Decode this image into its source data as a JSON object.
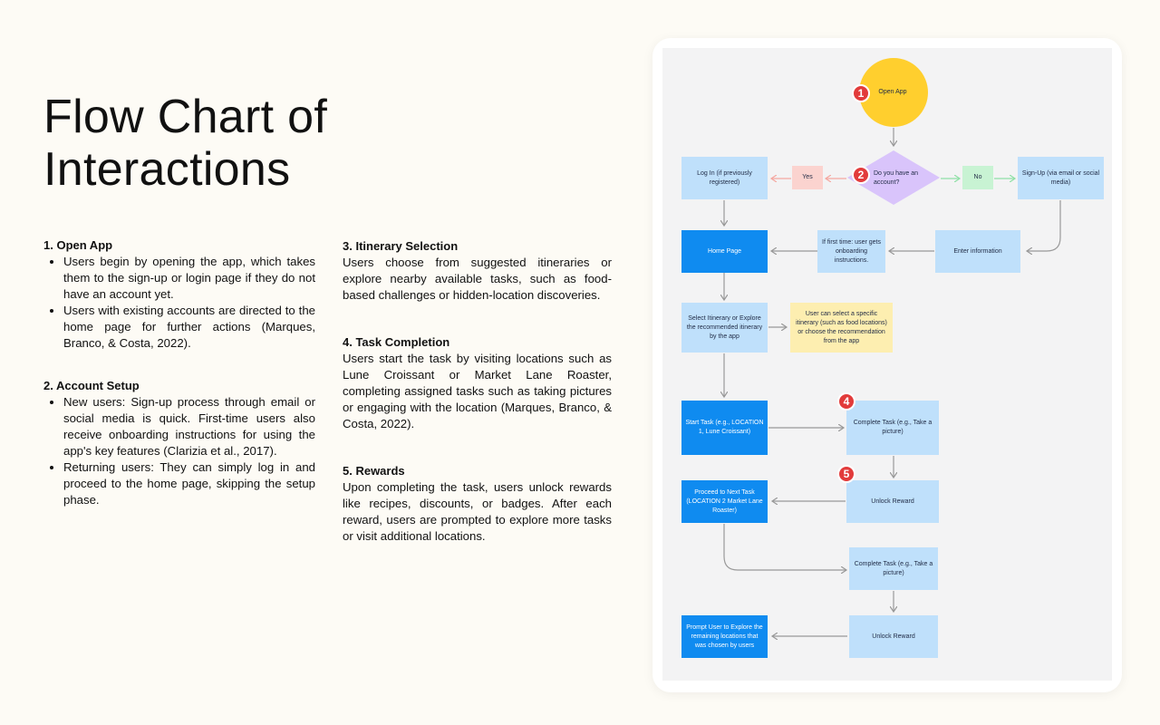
{
  "title_line1": "Flow Chart of",
  "title_line2": "Interactions",
  "sections": {
    "open_app": {
      "heading": "1. Open App",
      "bullets": [
        "Users begin by opening the app, which takes them to the sign-up or login page if they do not have an account yet.",
        "Users with existing accounts are directed to the home page for further actions (Marques, Branco, & Costa, 2022)."
      ]
    },
    "account_setup": {
      "heading": "2. Account Setup",
      "bullets": [
        "New users: Sign-up process through email or social media is quick. First-time users also receive onboarding instructions for using the app's key features (Clarizia et al., 2017).",
        "Returning users: They can simply log in and proceed to the home page, skipping the setup phase."
      ]
    },
    "itinerary": {
      "heading": "3. Itinerary Selection",
      "body": "Users choose from suggested itineraries or explore nearby available tasks, such as food-based challenges or hidden-location discoveries."
    },
    "task": {
      "heading": "4. Task Completion",
      "body": "Users start the task by visiting locations such as Lune Croissant or Market Lane Roaster, completing assigned tasks such as taking pictures or engaging with the location (Marques, Branco, & Costa, 2022)."
    },
    "rewards": {
      "heading": "5. Rewards",
      "body": "Upon completing the task, users unlock rewards like recipes, discounts, or badges. After each reward, users are prompted to explore more tasks or visit additional locations."
    }
  },
  "flow": {
    "open_app": "Open App",
    "question": "Do you have an account?",
    "yes": "Yes",
    "no": "No",
    "login": "Log In (if previously registered)",
    "signup": "Sign-Up (via email or social media)",
    "enter_info": "Enter information",
    "onboarding": "If first time: user gets onboarding instructions.",
    "home": "Home Page",
    "select_itinerary": "Select Itinerary or Explore the recommended itinerary by the app",
    "itinerary_note": "User can select a specific itinerary (such as food locations) or choose the recommendation from the app",
    "start_task": "Start Task (e.g., LOCATION 1, Lune Croissant)",
    "complete_task_1": "Complete Task (e.g., Take a picture)",
    "unlock_reward_1": "Unlock Reward",
    "next_task": "Proceed to Next Task (LOCATION 2 Market Lane Roaster)",
    "complete_task_2": "Complete Task (e.g., Take a picture)",
    "unlock_reward_2": "Unlock Reward",
    "prompt": "Prompt User to Explore the remaining locations that was chosen by users",
    "badges": [
      "1",
      "2",
      "4",
      "5"
    ]
  },
  "colors": {
    "background": "#fdfbf5",
    "circle": "#ffcf2e",
    "diamond": "#d9c4fb",
    "light_box": "#bfe0fb",
    "dark_box": "#0f8bf0",
    "note": "#fdeeb0",
    "yes": "#fbd3cf",
    "no": "#c8f3d3",
    "badge": "#e23b3b"
  }
}
